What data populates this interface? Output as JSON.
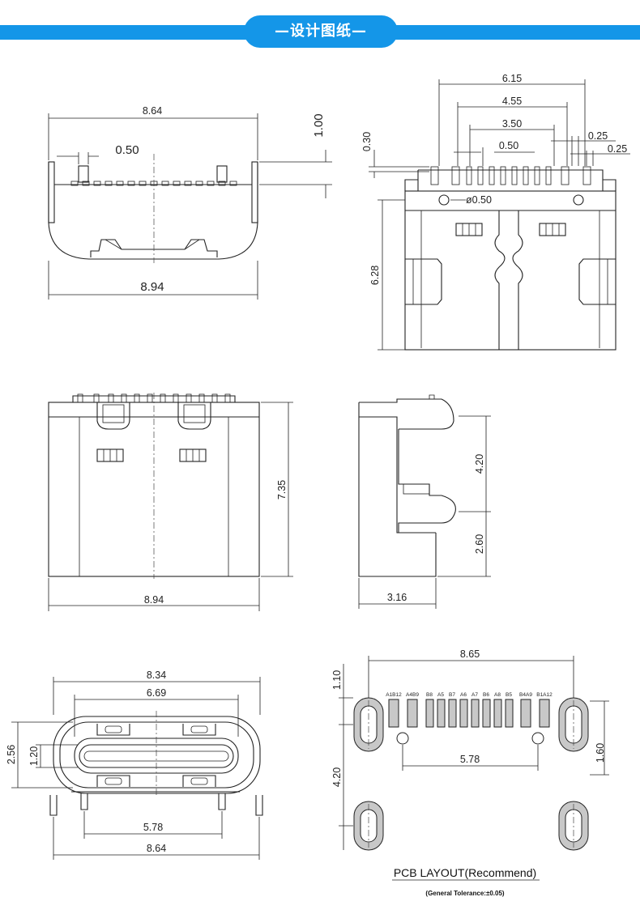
{
  "header": {
    "title": "—设计图纸—"
  },
  "front_view": {
    "dims": [
      "8.64",
      "0.50",
      "1.00",
      "8.94"
    ]
  },
  "top_view": {
    "dims": [
      "6.15",
      "4.55",
      "3.50",
      "0.50",
      "0.25",
      "0.25",
      "0.30",
      "ø0.50",
      "6.28"
    ]
  },
  "bottom_view": {
    "dims": [
      "7.35",
      "8.94"
    ]
  },
  "side_view": {
    "dims": [
      "4.20",
      "2.60",
      "3.16"
    ]
  },
  "end_view": {
    "dims": [
      "8.34",
      "6.69",
      "2.56",
      "1.20",
      "5.78",
      "8.64"
    ]
  },
  "pcb_layout": {
    "dims": [
      "8.65",
      "1.10",
      "4.20",
      "1.60",
      "5.78"
    ],
    "pin_labels": [
      "A1B12",
      "A4B9",
      "B8",
      "A5",
      "B7",
      "A6",
      "A7",
      "B6",
      "A8",
      "B5",
      "B4A9",
      "B1A12"
    ],
    "title": "PCB LAYOUT(Recommend)",
    "tolerance": "(General Tolerance:±0.05)"
  }
}
